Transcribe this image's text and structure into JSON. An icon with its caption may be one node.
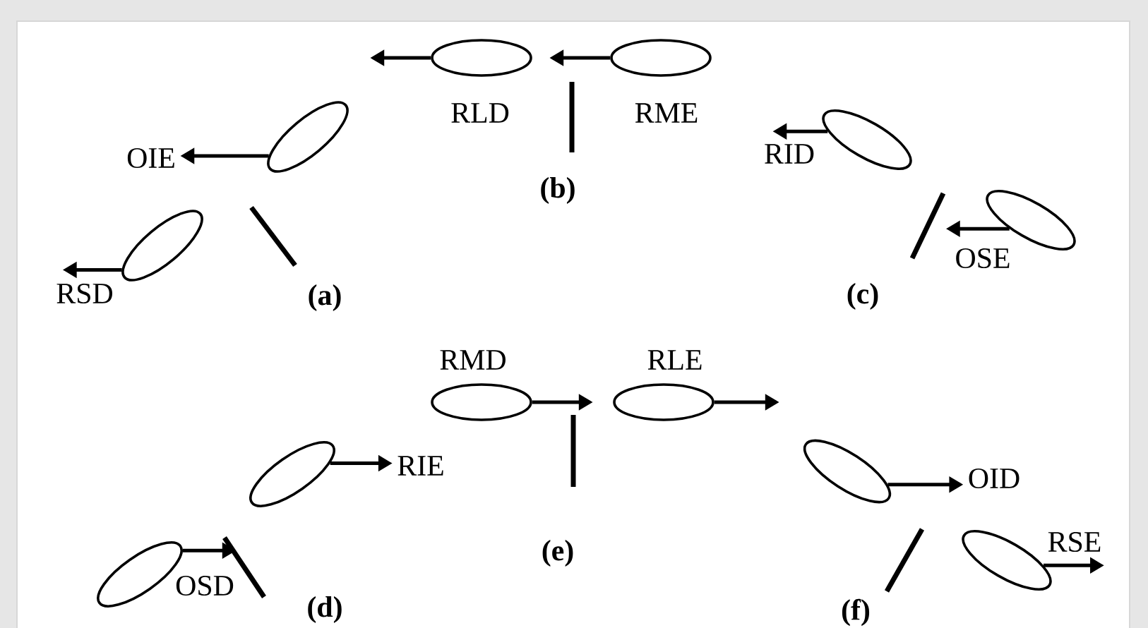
{
  "diagram": {
    "nodes": [
      {
        "text": [],
        "shape": "ellipse",
        "beside": [
          "RLD"
        ]
      },
      {
        "text": [],
        "shape": "ellipse",
        "beside": [
          "RME"
        ]
      },
      {
        "text": [],
        "shape": "ellipse"
      },
      {
        "text": [],
        "shape": "ellipse",
        "beside": [
          "RSD"
        ]
      },
      {
        "text": [],
        "shape": "ellipse",
        "beside": [
          "RID"
        ]
      },
      {
        "text": [],
        "shape": "ellipse",
        "beside": [
          "OSE"
        ]
      },
      {
        "text": [],
        "shape": "ellipse",
        "beside": [
          "RMD"
        ]
      },
      {
        "text": [],
        "shape": "ellipse",
        "beside": [
          "RLE"
        ]
      },
      {
        "text": [],
        "shape": "ellipse"
      },
      {
        "text": [],
        "shape": "ellipse",
        "beside": [
          "OSD"
        ]
      },
      {
        "text": [],
        "shape": "ellipse"
      },
      {
        "text": [],
        "shape": "ellipse",
        "beside": [
          "RSE"
        ]
      },
      {
        "text": [
          "OIE"
        ]
      },
      {
        "text": [
          "RIE"
        ]
      },
      {
        "text": [
          "OID"
        ]
      }
    ],
    "edges": [
      {
        "from": 0,
        "to": null,
        "arrow": "to"
      },
      {
        "from": 1,
        "to": null,
        "arrow": "to"
      },
      {
        "from": 2,
        "to": 12,
        "arrow": "to"
      },
      {
        "from": 3,
        "to": null,
        "arrow": "to"
      },
      {
        "from": 4,
        "to": null,
        "arrow": "to"
      },
      {
        "from": 5,
        "to": null,
        "arrow": "to"
      },
      {
        "from": 6,
        "to": null,
        "arrow": "to"
      },
      {
        "from": 7,
        "to": null,
        "arrow": "to"
      },
      {
        "from": 8,
        "to": 13,
        "arrow": "to"
      },
      {
        "from": 9,
        "to": null,
        "arrow": "to"
      },
      {
        "from": 10,
        "to": 14,
        "arrow": "to"
      },
      {
        "from": 11,
        "to": null,
        "arrow": "to"
      }
    ],
    "labels": [
      "(b)",
      "(a)",
      "(c)",
      "(e)",
      "(d)",
      "(f)"
    ]
  }
}
